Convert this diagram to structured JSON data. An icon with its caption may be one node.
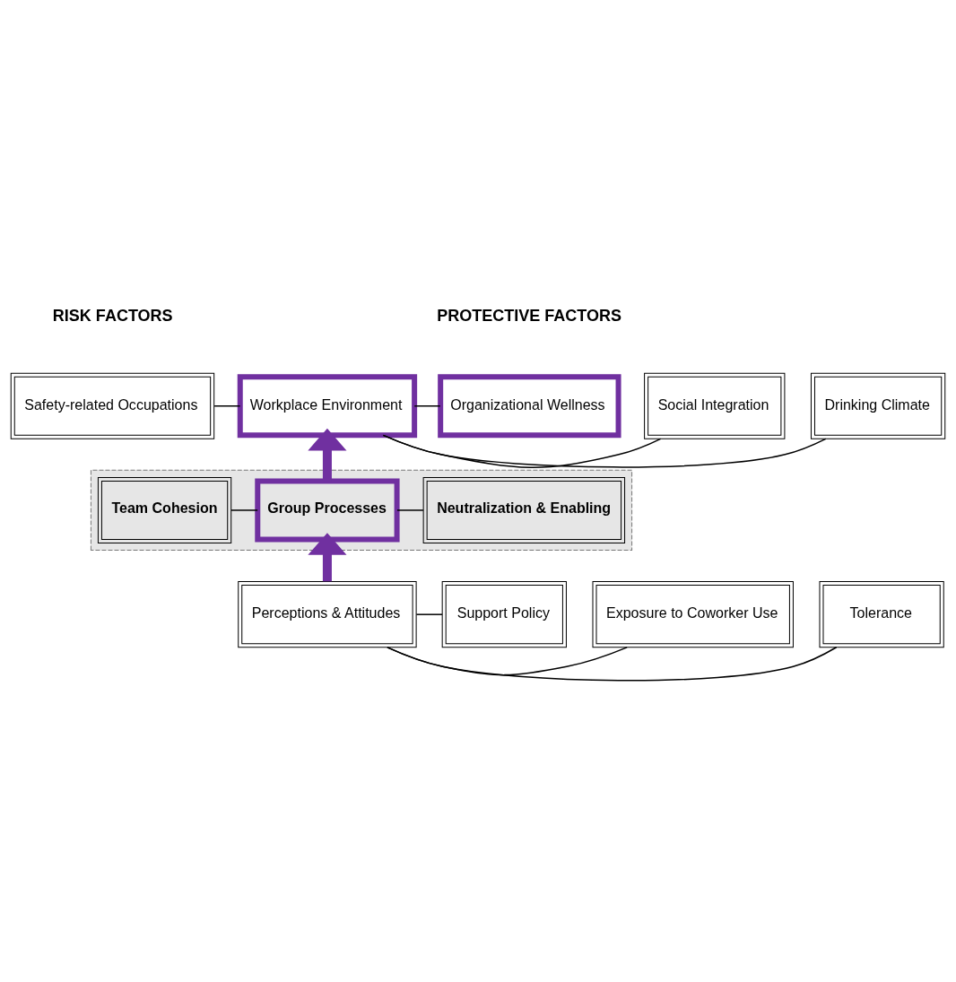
{
  "diagram": {
    "nodes": [
      {
        "text": [
          "Safety-related Occupations"
        ]
      },
      {
        "text": [
          "Drinking Climate"
        ]
      },
      {
        "text": [
          "Workplace Environment"
        ]
      },
      {
        "text": [
          "Social Integration"
        ]
      },
      {
        "text": [
          "Organizational Wellness"
        ]
      },
      {
        "text": [],
        "shape": "band"
      },
      {
        "text": [
          "Neutralization & Enabling"
        ],
        "in": 5
      },
      {
        "text": [
          "Group Processes"
        ],
        "in": 5
      },
      {
        "text": [
          "Team Cohesion"
        ],
        "in": 5
      },
      {
        "text": [
          "Exposure to Coworker Use"
        ]
      },
      {
        "text": [
          "Tolerance"
        ]
      },
      {
        "text": [
          "Perceptions & Attitudes"
        ]
      },
      {
        "text": [
          "Support Policy"
        ]
      }
    ],
    "edges": [
      {
        "from": 0,
        "to": 2,
        "arrow": "none"
      },
      {
        "from": 1,
        "to": 2,
        "arrow": "none"
      },
      {
        "from": 2,
        "to": 3,
        "arrow": "none"
      },
      {
        "from": 2,
        "to": 4,
        "arrow": "none"
      },
      {
        "from": 6,
        "to": 7,
        "arrow": "none"
      },
      {
        "from": 7,
        "to": 8,
        "arrow": "none"
      },
      {
        "from": 9,
        "to": 11,
        "arrow": "none"
      },
      {
        "from": 10,
        "to": 11,
        "arrow": "none"
      },
      {
        "from": 11,
        "to": 12,
        "arrow": "none"
      },
      {
        "from": 11,
        "to": 7,
        "arrow": "to",
        "style": "thick",
        "color": "#7030a0"
      },
      {
        "from": 7,
        "to": 2,
        "arrow": "to",
        "style": "thick",
        "color": "#7030a0"
      }
    ],
    "labels": [
      "RISK FACTORS",
      "PROTECTIVE FACTORS"
    ]
  }
}
